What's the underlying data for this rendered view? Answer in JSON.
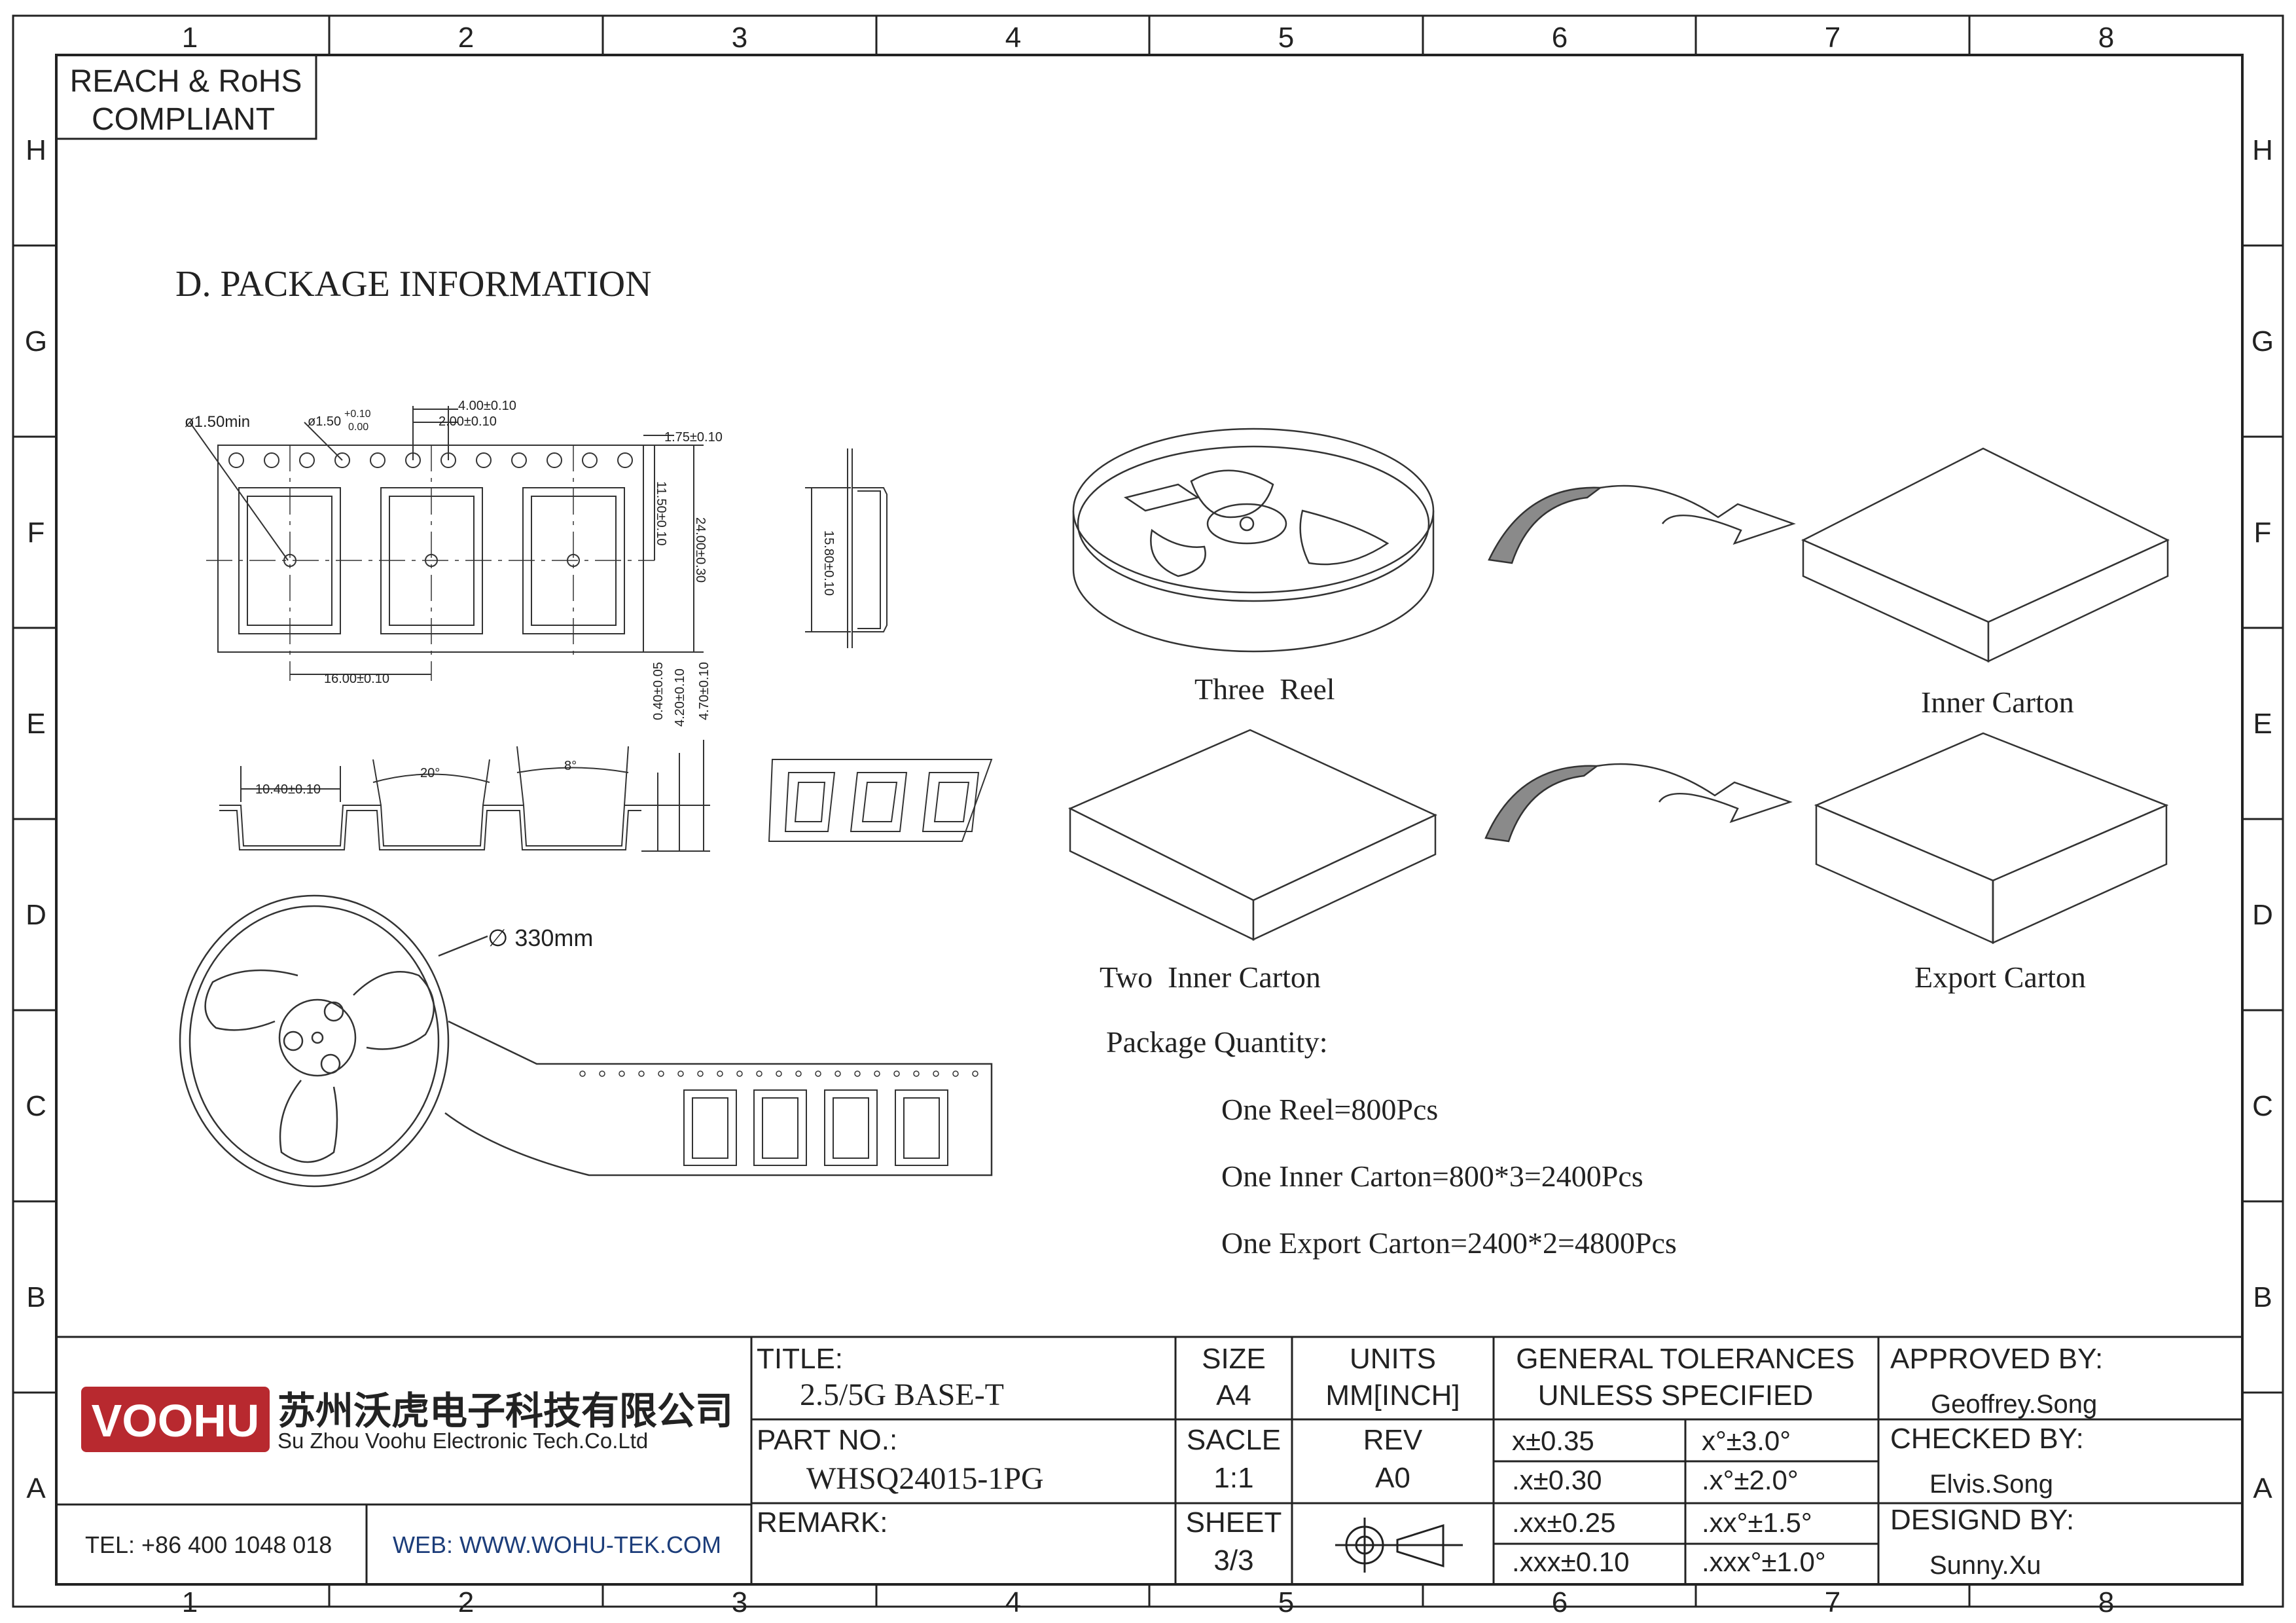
{
  "frame": {
    "columns": [
      "1",
      "2",
      "3",
      "4",
      "5",
      "6",
      "7",
      "8"
    ],
    "rows": [
      "H",
      "G",
      "F",
      "E",
      "D",
      "C",
      "B",
      "A"
    ]
  },
  "compliance": {
    "line1": "REACH & RoHS",
    "line2": "COMPLIANT"
  },
  "section_title": "D. PACKAGE INFORMATION",
  "tape_drawing": {
    "hole_dia_min": "ø1.50min",
    "hole_dia_tol": "ø1.50",
    "hole_tol_plus": "+0.10",
    "hole_tol_zero": "0.00",
    "pitch_4": "4.00±0.10",
    "pitch_2": "2.00±0.10",
    "edge_175": "1.75±0.10",
    "dim_1150": "11.50±0.10",
    "dim_2400": "24.00±0.30",
    "pitch_16": "16.00±0.10",
    "side_1580": "15.80±0.10",
    "pocket_1040": "10.40±0.10",
    "angle_20": "20°",
    "angle_8": "8°",
    "dim_040": "0.40±0.05",
    "dim_420": "4.20±0.10",
    "dim_470": "4.70±0.10",
    "reel_dia": "∅ 330mm"
  },
  "packaging": {
    "three_reel": "Three  Reel",
    "inner_carton": "Inner Carton",
    "two_inner_carton": "Two  Inner Carton",
    "export_carton": "Export Carton"
  },
  "quantity": {
    "heading": "Package Quantity:",
    "line1": "One Reel=800Pcs",
    "line2": "One Inner Carton=800*3=2400Pcs",
    "line3": "One Export Carton=2400*2=4800Pcs"
  },
  "title_block": {
    "logo": "VOOHU",
    "company_cn": "苏州沃虎电子科技有限公司",
    "company_en": "Su Zhou Voohu Electronic Tech.Co.Ltd",
    "tel": "TEL: +86 400 1048 018",
    "web": "WEB: WWW.WOHU-TEK.COM",
    "title_label": "TITLE:",
    "title_value": "2.5/5G BASE-T",
    "part_label": "PART NO.:",
    "part_value": "WHSQ24015-1PG",
    "remark_label": "REMARK:",
    "size_label": "SIZE",
    "size_value": "A4",
    "units_label": "UNITS",
    "units_value": "MM[INCH]",
    "scale_label": "SACLE",
    "scale_value": "1:1",
    "rev_label": "REV",
    "rev_value": "A0",
    "sheet_label": "SHEET",
    "sheet_value": "3/3",
    "tol_heading1": "GENERAL TOLERANCES",
    "tol_heading2": "UNLESS SPECIFIED",
    "tol_1": "x±0.35",
    "tol_2": ".x±0.30",
    "tol_3": ".xx±0.25",
    "tol_4": ".xxx±0.10",
    "ang_1": "x°±3.0°",
    "ang_2": ".x°±2.0°",
    "ang_3": ".xx°±1.5°",
    "ang_4": ".xxx°±1.0°",
    "approved_label": "APPROVED BY:",
    "approved_value": "Geoffrey.Song",
    "checked_label": "CHECKED BY:",
    "checked_value": "Elvis.Song",
    "designed_label": "DESIGND BY:",
    "designed_value": "Sunny.Xu"
  },
  "colors": {
    "line": "#222222",
    "logo_red": "#b8292f",
    "web_blue": "#1c3d7a",
    "arrow_fill": "#8a8a8a"
  }
}
